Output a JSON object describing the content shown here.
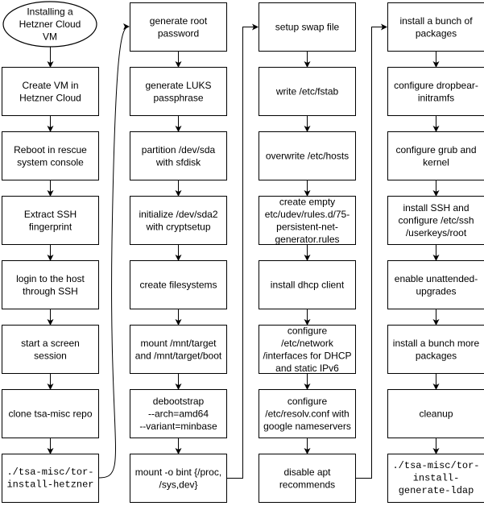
{
  "diagram": {
    "title": [
      "Installing a",
      "Hetzner Cloud",
      "VM"
    ],
    "columns": [
      {
        "steps": [
          {
            "lines": [
              "Create VM in",
              "Hetzner Cloud"
            ]
          },
          {
            "lines": [
              "Reboot in rescue",
              "system console"
            ]
          },
          {
            "lines": [
              "Extract SSH",
              "fingerprint"
            ]
          },
          {
            "lines": [
              "login to the host",
              "through SSH"
            ]
          },
          {
            "lines": [
              "start a screen",
              "session"
            ]
          },
          {
            "lines": [
              "clone tsa-misc repo"
            ]
          },
          {
            "lines": [
              "./tsa-misc/tor-",
              "install-hetzner"
            ],
            "mono": true
          }
        ]
      },
      {
        "steps": [
          {
            "lines": [
              "generate root",
              "password"
            ]
          },
          {
            "lines": [
              "generate LUKS",
              "passphrase"
            ]
          },
          {
            "lines": [
              "partition /dev/sda",
              "with sfdisk"
            ]
          },
          {
            "lines": [
              "initialize /dev/sda2",
              "with cryptsetup"
            ]
          },
          {
            "lines": [
              "create filesystems"
            ]
          },
          {
            "lines": [
              "mount /mnt/target",
              "and /mnt/target/boot"
            ]
          },
          {
            "lines": [
              "debootstrap",
              "--arch=amd64",
              "--variant=minbase"
            ]
          },
          {
            "lines": [
              "mount -o bint {/proc,",
              "/sys,dev}"
            ]
          }
        ]
      },
      {
        "steps": [
          {
            "lines": [
              "setup swap file"
            ]
          },
          {
            "lines": [
              "write /etc/fstab"
            ]
          },
          {
            "lines": [
              "overwrite /etc/hosts"
            ]
          },
          {
            "lines": [
              "create empty",
              "etc/udev/rules.d/75-",
              "persistent-net-",
              "generator.rules"
            ]
          },
          {
            "lines": [
              "install dhcp client"
            ]
          },
          {
            "lines": [
              "configure",
              "/etc/network",
              "/interfaces for DHCP",
              "and static IPv6"
            ]
          },
          {
            "lines": [
              "configure",
              "/etc/resolv.conf with",
              "google nameservers"
            ]
          },
          {
            "lines": [
              "disable apt",
              "recommends"
            ]
          }
        ]
      },
      {
        "steps": [
          {
            "lines": [
              "install a bunch of",
              "packages"
            ]
          },
          {
            "lines": [
              "configure dropbear-",
              "initramfs"
            ]
          },
          {
            "lines": [
              "configure grub and",
              "kernel"
            ]
          },
          {
            "lines": [
              "install SSH and",
              "configure /etc/ssh",
              "/userkeys/root"
            ]
          },
          {
            "lines": [
              "enable unattended-",
              "upgrades"
            ]
          },
          {
            "lines": [
              "install a bunch more",
              "packages"
            ]
          },
          {
            "lines": [
              "cleanup"
            ]
          },
          {
            "lines": [
              "./tsa-misc/tor-",
              "install-",
              "generate-ldap"
            ],
            "mono": true
          }
        ]
      }
    ]
  }
}
